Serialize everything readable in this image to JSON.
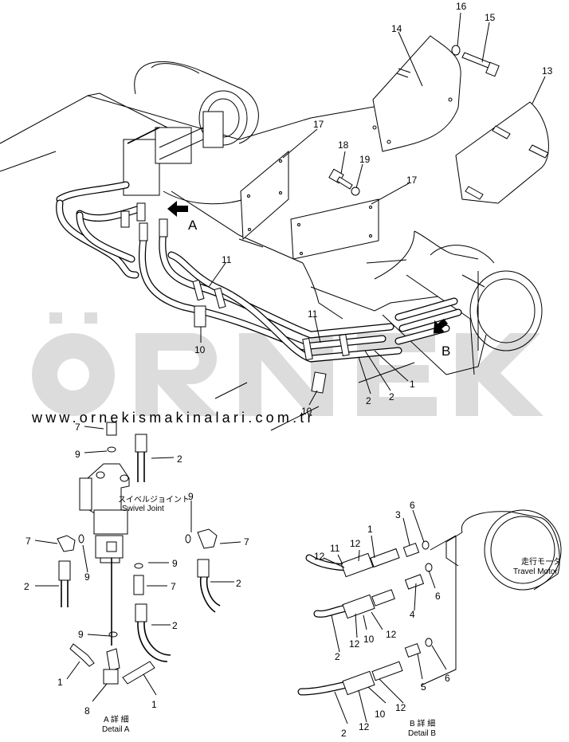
{
  "callouts": {
    "n1": "1",
    "n2": "2",
    "n3": "3",
    "n4": "4",
    "n5": "5",
    "n6": "6",
    "n7": "7",
    "n8": "8",
    "n9": "9",
    "n10": "10",
    "n11": "11",
    "n12": "12",
    "n13": "13",
    "n14": "14",
    "n15": "15",
    "n16": "16",
    "n17": "17",
    "n18": "18",
    "n19": "19"
  },
  "view_markers": {
    "a": "A",
    "b": "B"
  },
  "swivel_joint": {
    "jp": "スイベルジョイント",
    "en": "Swivel Joint"
  },
  "travel_motor": {
    "jp": "走行モータ",
    "en": "Travel Motor"
  },
  "detail_a": {
    "jp": "A 詳 細",
    "en": "Detail A"
  },
  "detail_b": {
    "jp": "B 詳 細",
    "en": "Detail B"
  },
  "watermark": {
    "logo": "ÖRNEK",
    "url": "www.ornekismakinalari.com.tr",
    "color": "#d9d9d9"
  }
}
